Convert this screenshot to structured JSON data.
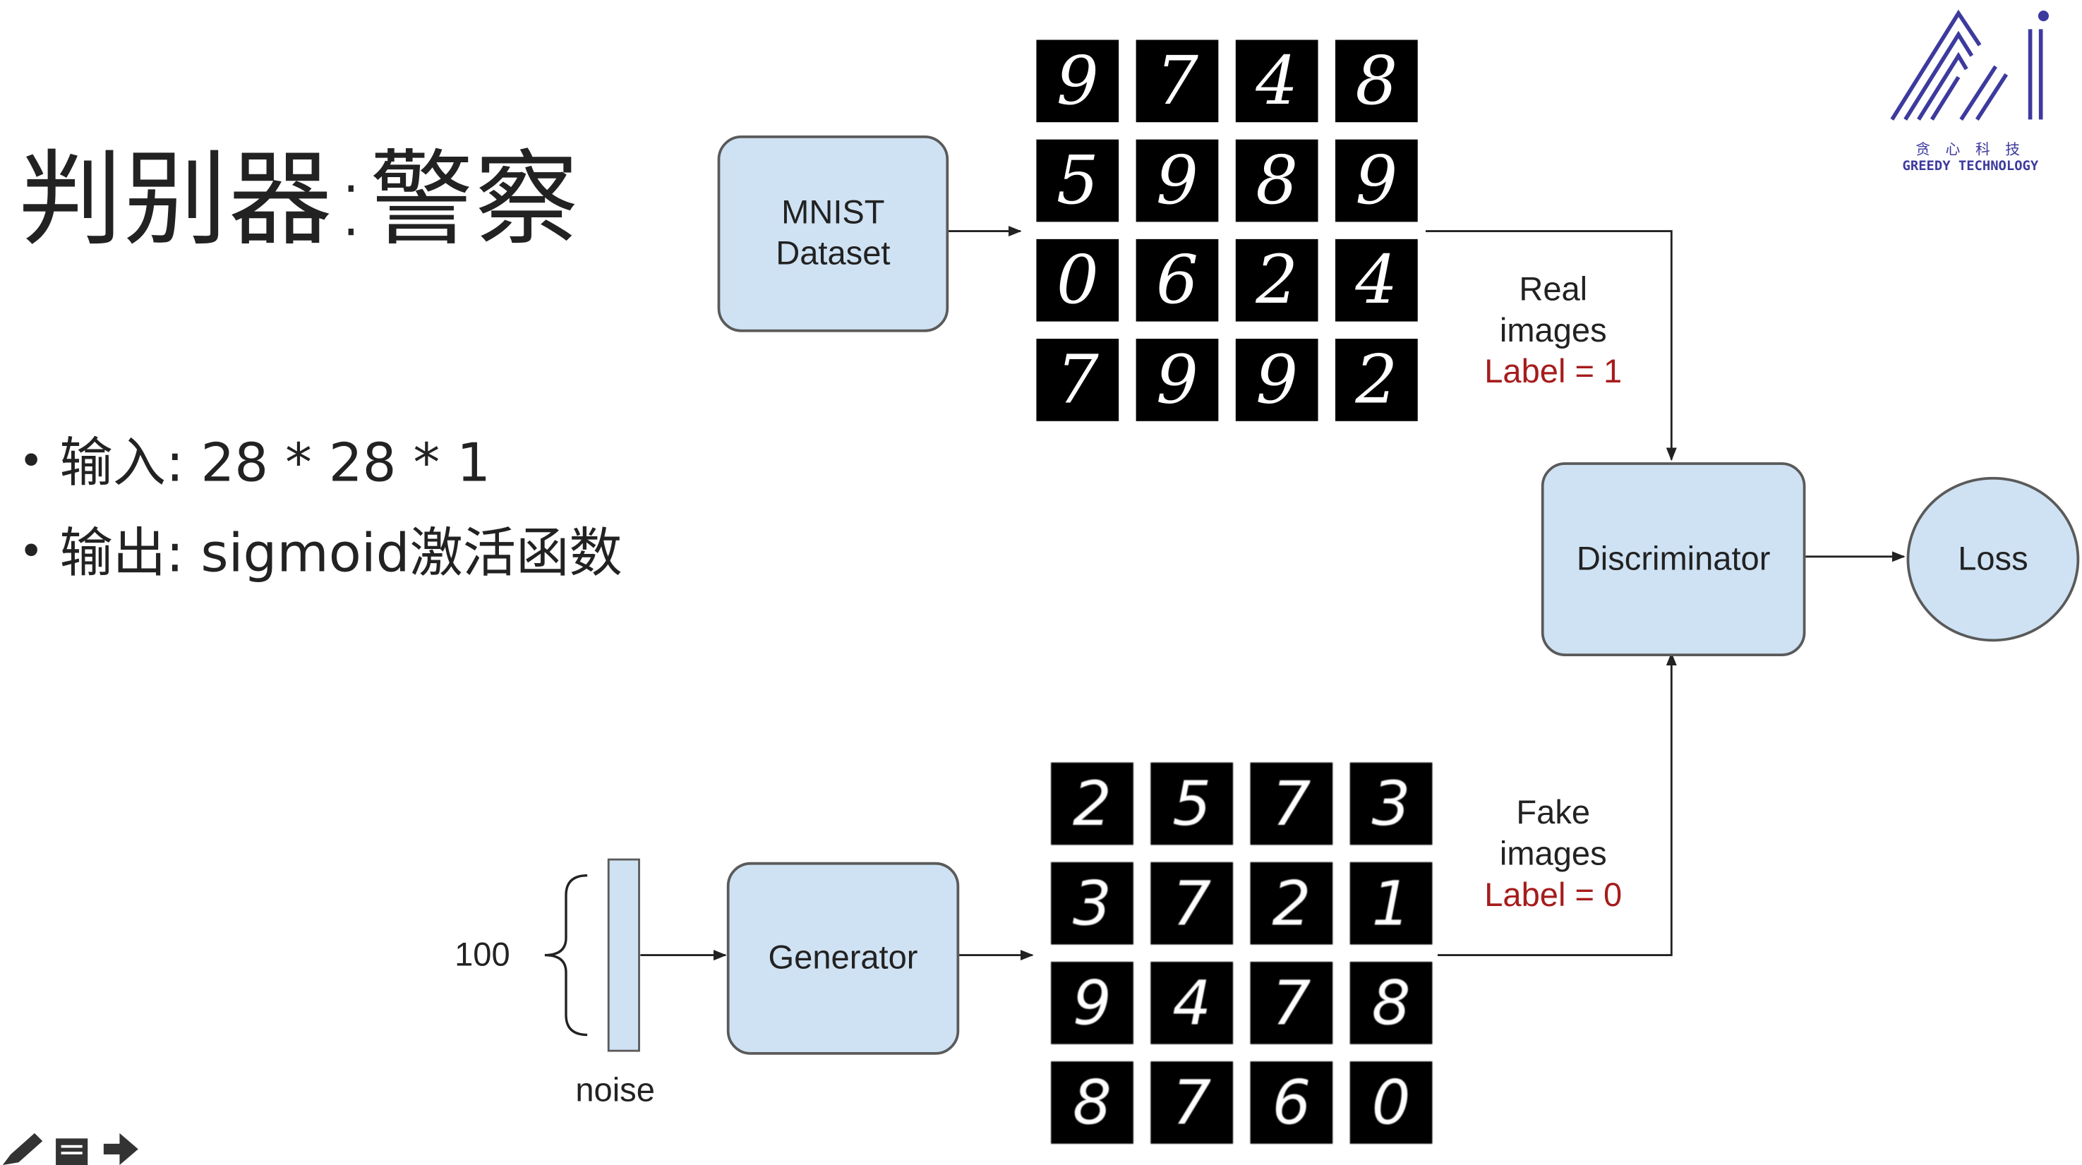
{
  "title": "判别器:警察",
  "bullets": [
    "输入: 28 * 28 * 1",
    "输出: sigmoid激活函数"
  ],
  "diagram": {
    "mnist_dataset": "MNIST\nDataset",
    "real_images": "Real\nimages",
    "real_label": "Label = 1",
    "discriminator": "Discriminator",
    "loss": "Loss",
    "generator": "Generator",
    "fake_images": "Fake\nimages",
    "fake_label": "Label = 0",
    "noise_label": "noise",
    "noise_size": "100",
    "real_digits": [
      "9",
      "7",
      "4",
      "8",
      "5",
      "9",
      "8",
      "9",
      "0",
      "6",
      "2",
      "4",
      "7",
      "9",
      "9",
      "2"
    ],
    "fake_digits": [
      "2",
      "5",
      "7",
      "3",
      "3",
      "7",
      "2",
      "1",
      "9",
      "4",
      "7",
      "8",
      "8",
      "7",
      "6",
      "0"
    ]
  },
  "logo": {
    "mark": "Ai",
    "chinese": "贪 心 科 技",
    "english": "GREEDY TECHNOLOGY",
    "color": "#3d3a9e"
  },
  "colors": {
    "box_fill": "#cfe2f3",
    "label_red": "#a61c1c"
  },
  "icons": [
    "pen-icon",
    "notes-icon",
    "arrow-right-icon"
  ]
}
